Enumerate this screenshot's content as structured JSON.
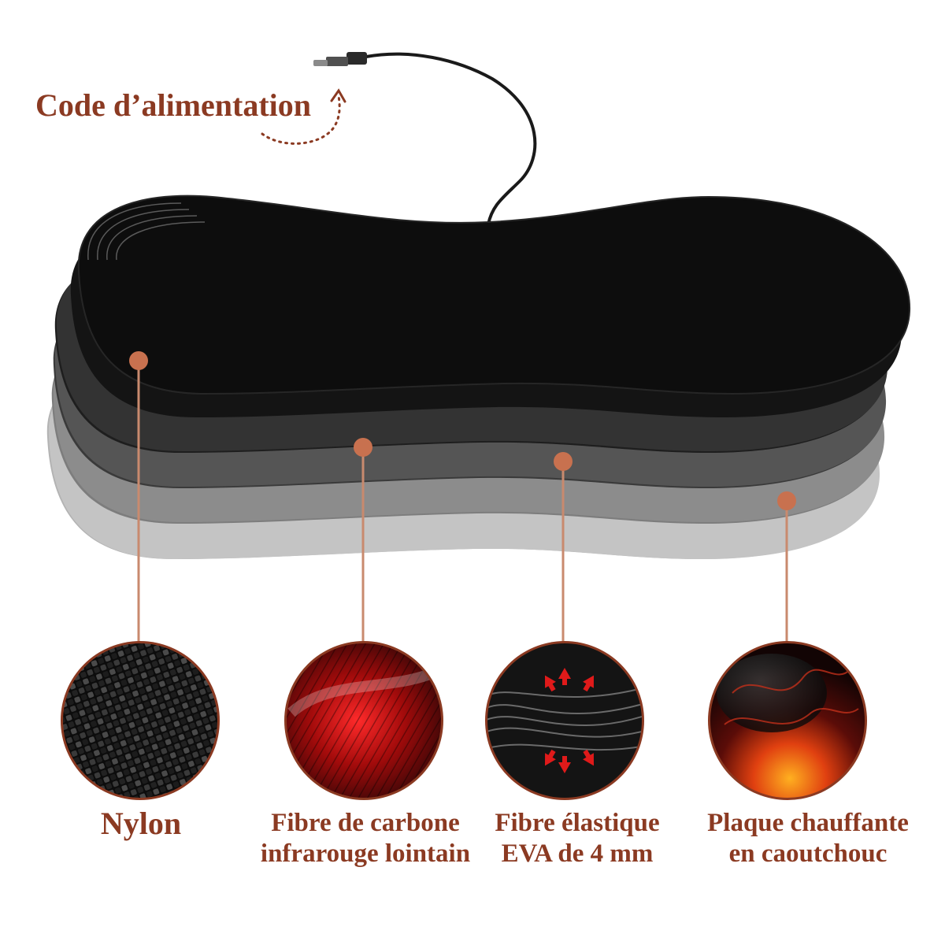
{
  "power_cord": {
    "label": "Code d’alimentation"
  },
  "layers": [
    {
      "id": "nylon",
      "line1": "Nylon",
      "line2": ""
    },
    {
      "id": "carbon",
      "line1": "Fibre de carbone",
      "line2": "infrarouge lointain"
    },
    {
      "id": "eva",
      "line1": "Fibre élastique",
      "line2": "EVA de 4 mm"
    },
    {
      "id": "heating",
      "line1": "Plaque chauffante",
      "line2": "en caoutchouc"
    }
  ],
  "colors": {
    "accent": "#8b3a22",
    "dot": "#c8714f",
    "leader": "#c98a6e"
  }
}
